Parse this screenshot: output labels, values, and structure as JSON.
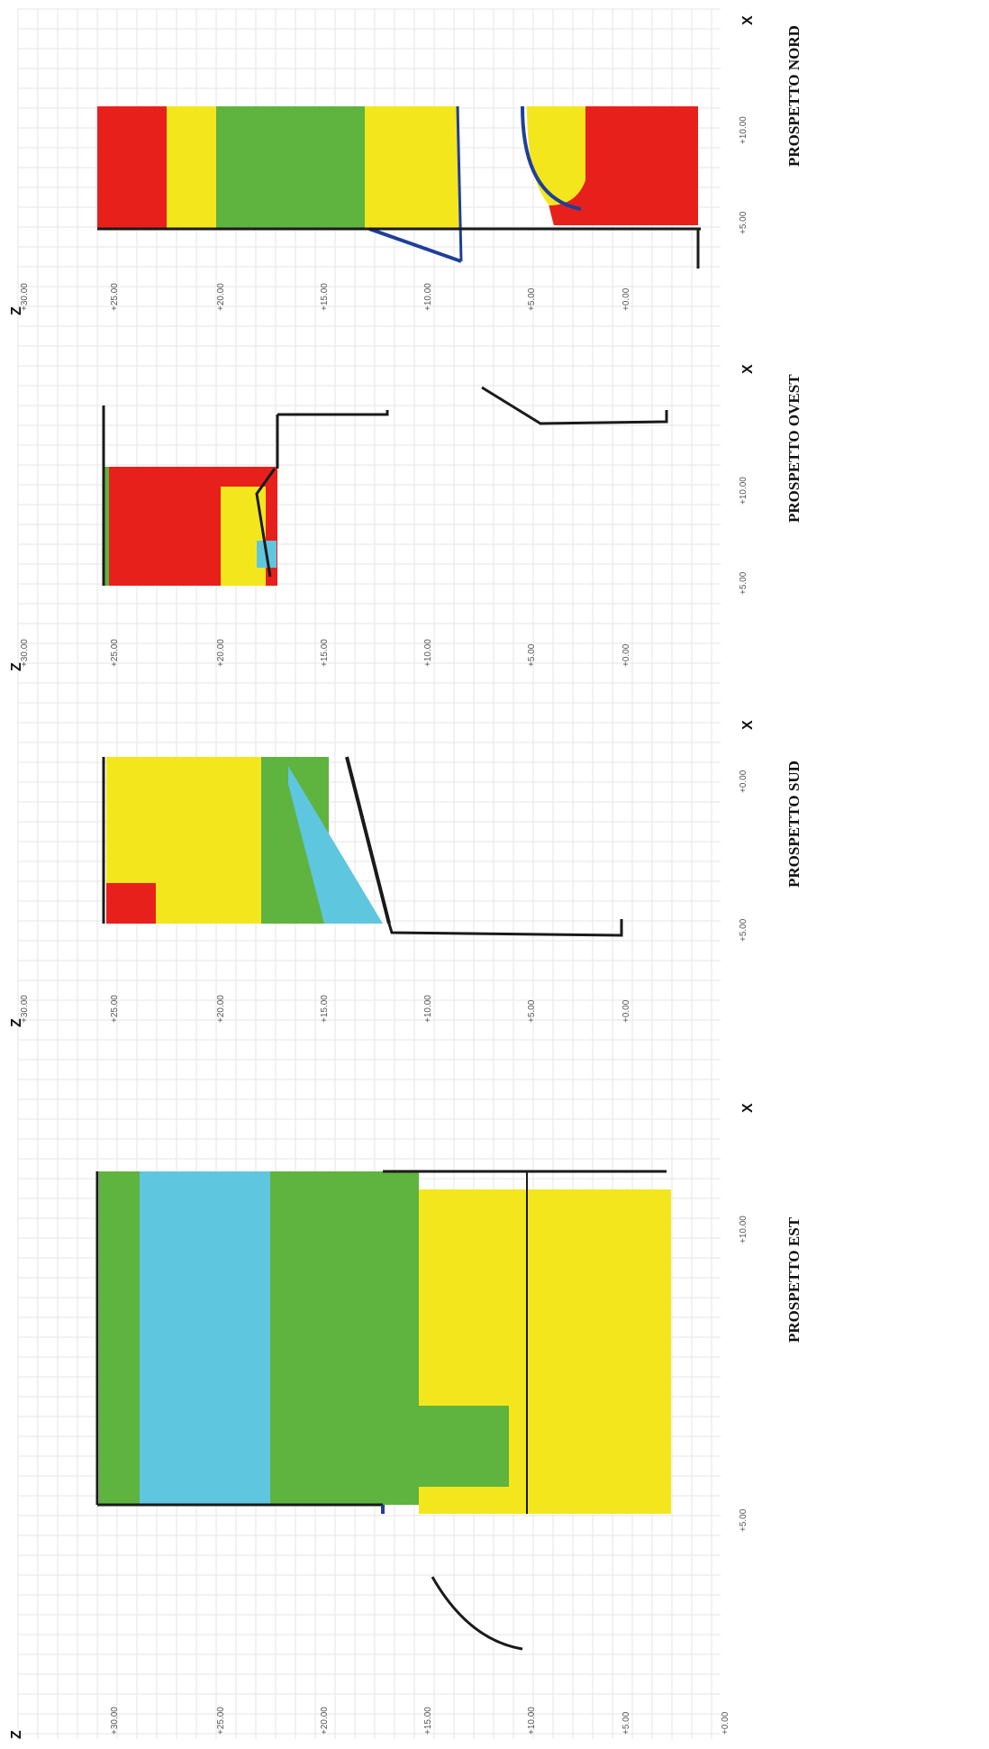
{
  "panels": [
    {
      "title": "PROSPETTO NORD",
      "x_axis_letter": "X",
      "z_axis_letter": "Z",
      "x_ticks": [
        "+5.00",
        "+10.00"
      ],
      "z_ticks": [
        "+30.00",
        "+25.00",
        "+20.00",
        "+15.00",
        "+10.00",
        "+5.00",
        "+0.00"
      ]
    },
    {
      "title": "PROSPETTO OVEST",
      "x_axis_letter": "X",
      "z_axis_letter": "Z",
      "x_ticks": [
        "+5.00",
        "+10.00"
      ],
      "z_ticks": [
        "+30.00",
        "+25.00",
        "+20.00",
        "+15.00",
        "+10.00",
        "+5.00",
        "+0.00"
      ]
    },
    {
      "title": "PROSPETTO SUD",
      "x_axis_letter": "X",
      "z_axis_letter": "Z",
      "x_ticks": [
        "+5.00",
        "+0.00"
      ],
      "z_ticks": [
        "+30.00",
        "+25.00",
        "+20.00",
        "+15.00",
        "+10.00",
        "+5.00",
        "+0.00"
      ]
    },
    {
      "title": "PROSPETTO EST",
      "x_axis_letter": "X",
      "z_axis_letter": "Z",
      "x_ticks": [
        "+5.00",
        "+10.00"
      ],
      "z_ticks": [
        "+30.00",
        "+25.00",
        "+20.00",
        "+15.00",
        "+10.00",
        "+5.00",
        "+0.00"
      ]
    }
  ],
  "colors": {
    "red": "#e8201c",
    "yellow": "#f4e61d",
    "green": "#5fb33f",
    "cyan": "#5fc6e0",
    "blue": "#1f3f9a",
    "grid": "#e6e6e6",
    "outline": "#1a1a1a"
  }
}
